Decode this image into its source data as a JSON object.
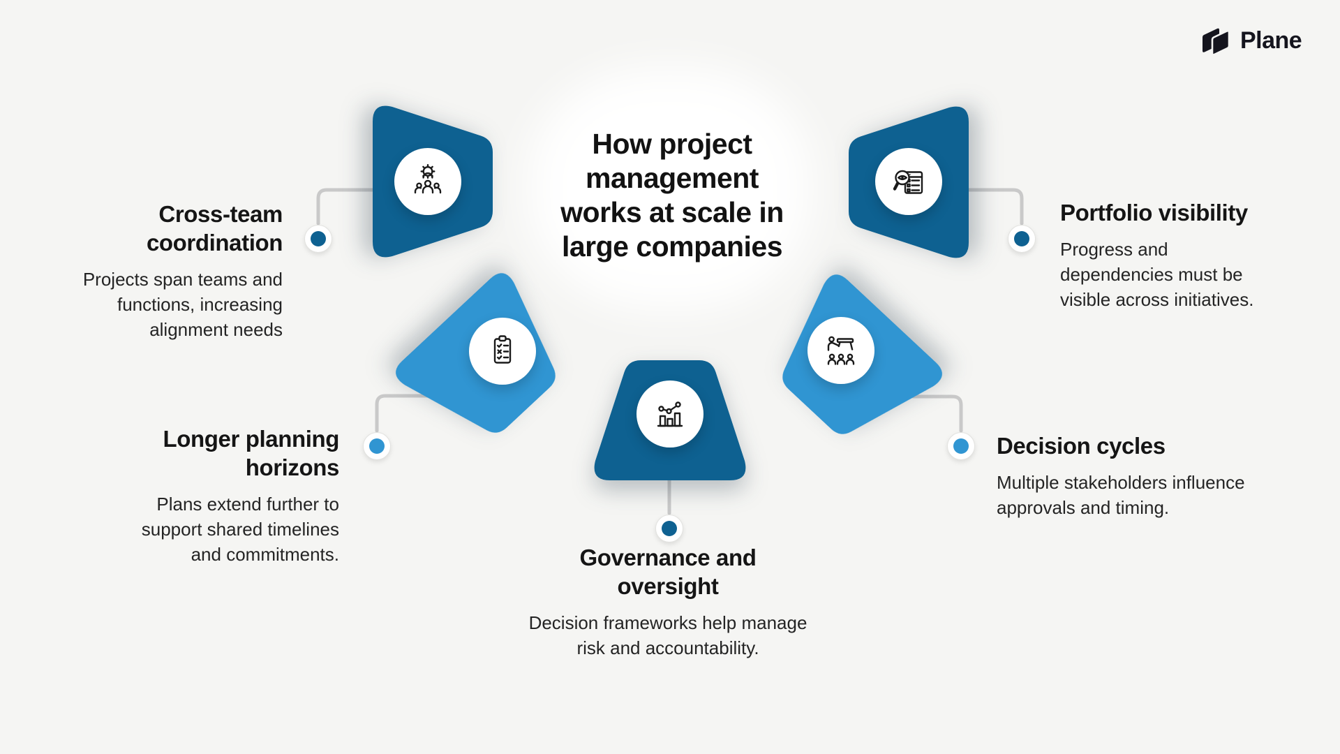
{
  "logo": {
    "brand": "Plane"
  },
  "title": {
    "lines": [
      "How project",
      "management",
      "works at scale in",
      "large companies"
    ]
  },
  "palette": {
    "dark_blue": "#0E6191",
    "light_blue": "#3095D2",
    "connector_gray": "#C9C9C9",
    "background": "#F5F5F3",
    "text_dark": "#151515"
  },
  "sections": [
    {
      "id": "cross-team-coordination",
      "icon": "team-gear-icon",
      "color": "#0E6191",
      "heading_lines": [
        "Cross-team",
        "coordination"
      ],
      "body_lines": [
        "Projects span teams and",
        "functions, increasing",
        "alignment needs"
      ]
    },
    {
      "id": "portfolio-visibility",
      "icon": "magnifier-document-icon",
      "color": "#0E6191",
      "heading_lines": [
        "Portfolio visibility"
      ],
      "body_lines": [
        "Progress and",
        "dependencies must be",
        "visible across initiatives."
      ]
    },
    {
      "id": "longer-planning-horizons",
      "icon": "clipboard-checklist-icon",
      "color": "#3095D2",
      "heading_lines": [
        "Longer planning",
        "horizons"
      ],
      "body_lines": [
        "Plans extend further to",
        "support shared timelines",
        "and commitments."
      ]
    },
    {
      "id": "decision-cycles",
      "icon": "presentation-icon",
      "color": "#3095D2",
      "heading_lines": [
        "Decision cycles"
      ],
      "body_lines": [
        "Multiple stakeholders influence",
        "approvals and timing."
      ]
    },
    {
      "id": "governance-and-oversight",
      "icon": "bar-chart-icon",
      "color": "#0E6191",
      "heading_lines": [
        "Governance and",
        "oversight"
      ],
      "body_lines": [
        "Decision frameworks help manage",
        "risk and accountability."
      ]
    }
  ]
}
